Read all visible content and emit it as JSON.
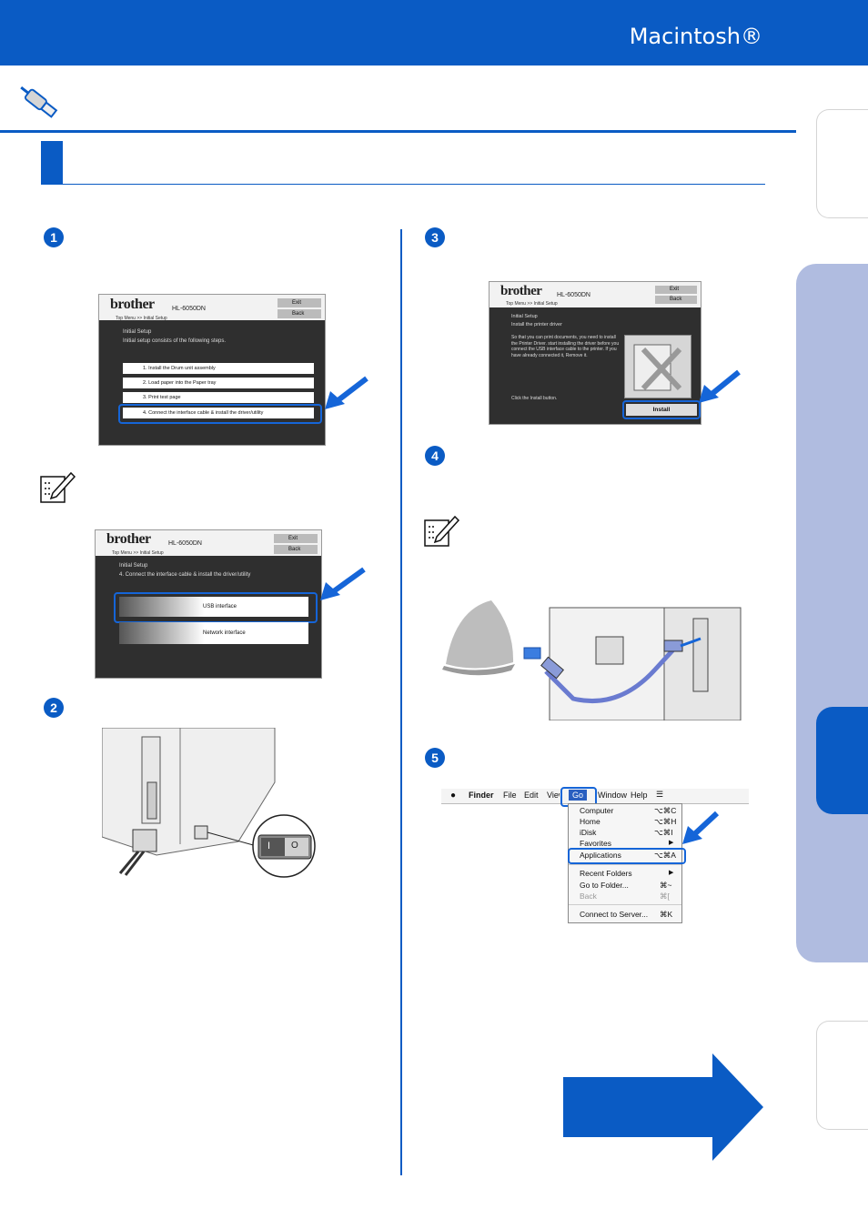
{
  "header": {
    "title": "Macintosh®"
  },
  "steps": {
    "s1": "1",
    "s2": "2",
    "s3": "3",
    "s4": "4",
    "s5": "5"
  },
  "shot1": {
    "brand": "brother",
    "model": "HL-6050DN",
    "crumb": "Top Menu  >>  Initial Setup",
    "exit": "Exit",
    "back": "Back",
    "title": "Initial Setup",
    "subtitle": "Initial setup consists of the following steps.",
    "items": [
      "1. Install the Drum unit assembly",
      "2. Load paper into the Paper tray",
      "3. Print test page",
      "4. Connect the interface cable & install the driver/utility"
    ]
  },
  "shot2": {
    "brand": "brother",
    "model": "HL-6050DN",
    "crumb": "Top Menu  >>  Initial Setup",
    "exit": "Exit",
    "back": "Back",
    "title": "Initial Setup",
    "subtitle": "4. Connect the interface cable & install the driver/utility",
    "options": [
      "USB interface",
      "Network interface"
    ]
  },
  "shot3": {
    "brand": "brother",
    "model": "HL-6050DN",
    "crumb": "Top Menu  >>  Initial Setup",
    "exit": "Exit",
    "back": "Back",
    "title": "Initial Setup",
    "subtitle": "Install the printer driver",
    "body": "So that you can print documents, you need to install the Printer Driver. start installing the driver before you connect the USB interface cable to the printer. If you have already connected it, Remove it.",
    "hint": "Click the Install button.",
    "install": "Install"
  },
  "switch": {
    "on": "I",
    "off": "O"
  },
  "finder": {
    "menus": [
      "Finder",
      "File",
      "Edit",
      "View",
      "Go",
      "Window",
      "Help"
    ],
    "items": [
      {
        "label": "Computer",
        "shortcut": "⌥⌘C"
      },
      {
        "label": "Home",
        "shortcut": "⌥⌘H"
      },
      {
        "label": "iDisk",
        "shortcut": "⌥⌘I"
      },
      {
        "label": "Favorites",
        "shortcut": "▶"
      },
      {
        "label": "Applications",
        "shortcut": "⌥⌘A"
      },
      {
        "label": "Recent Folders",
        "shortcut": "▶"
      },
      {
        "label": "Go to Folder...",
        "shortcut": "⌘~"
      },
      {
        "label": "Back",
        "shortcut": "⌘["
      },
      {
        "label": "Connect to Server...",
        "shortcut": "⌘K"
      }
    ]
  },
  "colors": {
    "brand_blue": "#0a5bc4",
    "side_panel": "#b0bce0",
    "highlight": "#1565d8"
  },
  "icons": [
    "usb-cable-icon",
    "note-pencil-icon",
    "arrow-pointer-icon",
    "next-page-arrow-icon"
  ]
}
